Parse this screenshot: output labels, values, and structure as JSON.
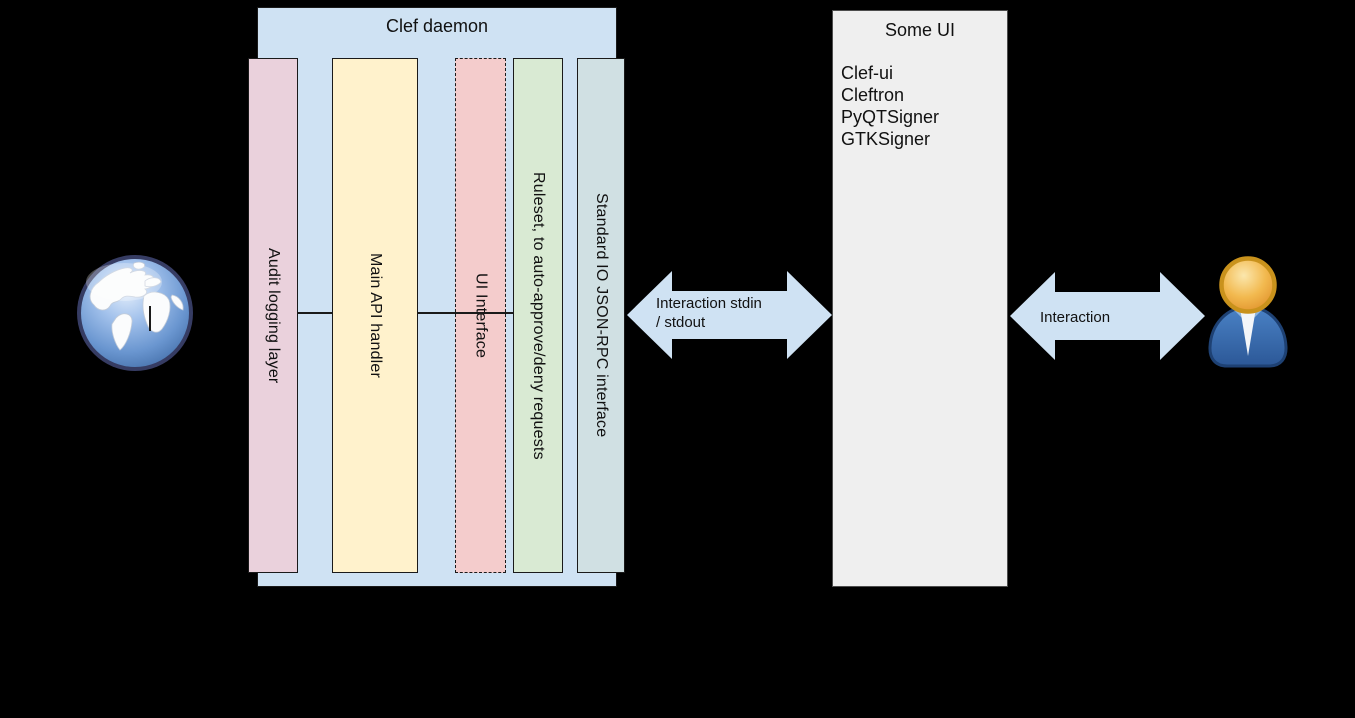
{
  "diagram": {
    "background_color": "#000000",
    "clef_daemon": {
      "title": "Clef daemon",
      "fill": "#cfe2f3",
      "bars": [
        {
          "label": "Audit logging layer",
          "fill": "#ead1dc",
          "border_style": "solid"
        },
        {
          "label": "Main API handler",
          "fill": "#fff2cc",
          "border_style": "solid"
        },
        {
          "label": "UI Interface",
          "fill": "#f4cccc",
          "border_style": "dashed"
        },
        {
          "label": "Ruleset, to auto-approve/deny requests",
          "fill": "#d9ead3",
          "border_style": "solid"
        },
        {
          "label": "Standard IO JSON-RPC interface",
          "fill": "#d0e0e3",
          "border_style": "solid"
        }
      ]
    },
    "some_ui": {
      "title": "Some UI",
      "fill": "#efefef",
      "items": [
        "Clef-ui",
        "Cleftron",
        "PyQTSigner",
        "GTKSigner"
      ]
    },
    "arrows": [
      {
        "name": "daemon-to-ui",
        "fill": "#cfe2f3",
        "label_line1": "Interaction stdin",
        "label_line2": "/ stdout"
      },
      {
        "name": "ui-to-user",
        "fill": "#cfe2f3",
        "label_line1": "Interaction"
      }
    ],
    "icons": {
      "globe": "globe-icon",
      "person": "person-icon"
    }
  }
}
